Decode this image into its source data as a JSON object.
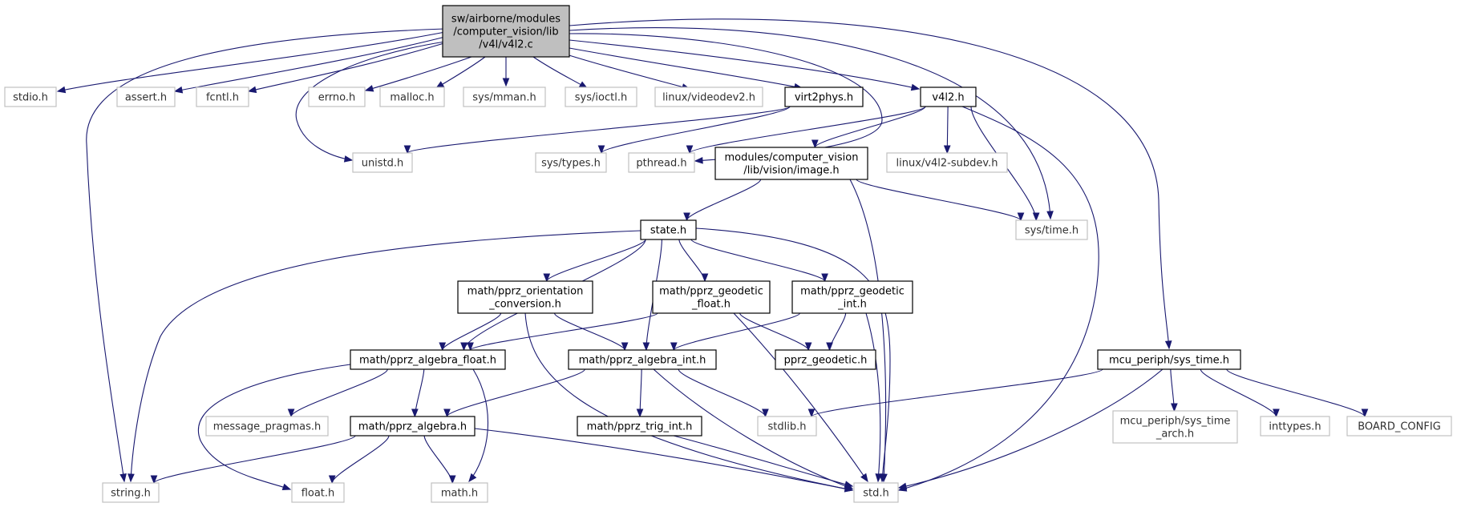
{
  "nodes": [
    {
      "id": "v4l2_c",
      "kind": "root",
      "lines": [
        "sw/airborne/modules",
        "/computer_vision/lib",
        "/v4l/v4l2.c"
      ]
    },
    {
      "id": "stdio_h",
      "kind": "sys",
      "lines": [
        "stdio.h"
      ]
    },
    {
      "id": "assert_h",
      "kind": "sys",
      "lines": [
        "assert.h"
      ]
    },
    {
      "id": "fcntl_h",
      "kind": "sys",
      "lines": [
        "fcntl.h"
      ]
    },
    {
      "id": "errno_h",
      "kind": "sys",
      "lines": [
        "errno.h"
      ]
    },
    {
      "id": "malloc_h",
      "kind": "sys",
      "lines": [
        "malloc.h"
      ]
    },
    {
      "id": "sys_mman_h",
      "kind": "sys",
      "lines": [
        "sys/mman.h"
      ]
    },
    {
      "id": "sys_ioctl_h",
      "kind": "sys",
      "lines": [
        "sys/ioctl.h"
      ]
    },
    {
      "id": "linux_videodev2_h",
      "kind": "sys",
      "lines": [
        "linux/videodev2.h"
      ]
    },
    {
      "id": "virt2phys_h",
      "kind": "doc",
      "lines": [
        "virt2phys.h"
      ]
    },
    {
      "id": "v4l2_h",
      "kind": "doc",
      "lines": [
        "v4l2.h"
      ]
    },
    {
      "id": "unistd_h",
      "kind": "sys",
      "lines": [
        "unistd.h"
      ]
    },
    {
      "id": "sys_types_h",
      "kind": "sys",
      "lines": [
        "sys/types.h"
      ]
    },
    {
      "id": "pthread_h",
      "kind": "sys",
      "lines": [
        "pthread.h"
      ]
    },
    {
      "id": "image_h",
      "kind": "doc",
      "lines": [
        "modules/computer_vision",
        "/lib/vision/image.h"
      ]
    },
    {
      "id": "v4l2_subdev_h",
      "kind": "sys",
      "lines": [
        "linux/v4l2-subdev.h"
      ]
    },
    {
      "id": "sys_time_h_sys",
      "kind": "sys",
      "lines": [
        "sys/time.h"
      ]
    },
    {
      "id": "state_h",
      "kind": "doc",
      "lines": [
        "state.h"
      ]
    },
    {
      "id": "orientation_h",
      "kind": "doc",
      "lines": [
        "math/pprz_orientation",
        "_conversion.h"
      ]
    },
    {
      "id": "geodetic_float_h",
      "kind": "doc",
      "lines": [
        "math/pprz_geodetic",
        "_float.h"
      ]
    },
    {
      "id": "geodetic_int_h",
      "kind": "doc",
      "lines": [
        "math/pprz_geodetic",
        "_int.h"
      ]
    },
    {
      "id": "algebra_float_h",
      "kind": "doc",
      "lines": [
        "math/pprz_algebra_float.h"
      ]
    },
    {
      "id": "algebra_int_h",
      "kind": "doc",
      "lines": [
        "math/pprz_algebra_int.h"
      ]
    },
    {
      "id": "pprz_geodetic_h",
      "kind": "doc",
      "lines": [
        "pprz_geodetic.h"
      ]
    },
    {
      "id": "mcu_sys_time_h",
      "kind": "doc",
      "lines": [
        "mcu_periph/sys_time.h"
      ]
    },
    {
      "id": "message_pragmas_h",
      "kind": "sys",
      "lines": [
        "message_pragmas.h"
      ]
    },
    {
      "id": "algebra_h",
      "kind": "doc",
      "lines": [
        "math/pprz_algebra.h"
      ]
    },
    {
      "id": "trig_int_h",
      "kind": "doc",
      "lines": [
        "math/pprz_trig_int.h"
      ]
    },
    {
      "id": "stdlib_h",
      "kind": "sys",
      "lines": [
        "stdlib.h"
      ]
    },
    {
      "id": "sys_time_arch_h",
      "kind": "sys",
      "lines": [
        "mcu_periph/sys_time",
        "_arch.h"
      ]
    },
    {
      "id": "inttypes_h",
      "kind": "sys",
      "lines": [
        "inttypes.h"
      ]
    },
    {
      "id": "board_config",
      "kind": "sys",
      "lines": [
        "BOARD_CONFIG"
      ]
    },
    {
      "id": "string_h",
      "kind": "sys",
      "lines": [
        "string.h"
      ]
    },
    {
      "id": "float_h",
      "kind": "sys",
      "lines": [
        "float.h"
      ]
    },
    {
      "id": "math_h",
      "kind": "sys",
      "lines": [
        "math.h"
      ]
    },
    {
      "id": "std_h",
      "kind": "sys",
      "lines": [
        "std.h"
      ]
    }
  ],
  "edges": [
    [
      "v4l2_c",
      "stdio_h"
    ],
    [
      "v4l2_c",
      "assert_h"
    ],
    [
      "v4l2_c",
      "fcntl_h"
    ],
    [
      "v4l2_c",
      "errno_h"
    ],
    [
      "v4l2_c",
      "malloc_h"
    ],
    [
      "v4l2_c",
      "sys_mman_h"
    ],
    [
      "v4l2_c",
      "sys_ioctl_h"
    ],
    [
      "v4l2_c",
      "linux_videodev2_h"
    ],
    [
      "v4l2_c",
      "virt2phys_h"
    ],
    [
      "v4l2_c",
      "v4l2_h"
    ],
    [
      "v4l2_c",
      "unistd_h"
    ],
    [
      "v4l2_c",
      "pthread_h"
    ],
    [
      "v4l2_c",
      "sys_time_h_sys"
    ],
    [
      "v4l2_c",
      "mcu_sys_time_h"
    ],
    [
      "v4l2_c",
      "string_h"
    ],
    [
      "virt2phys_h",
      "unistd_h"
    ],
    [
      "virt2phys_h",
      "sys_types_h"
    ],
    [
      "v4l2_h",
      "pthread_h"
    ],
    [
      "v4l2_h",
      "image_h"
    ],
    [
      "v4l2_h",
      "v4l2_subdev_h"
    ],
    [
      "v4l2_h",
      "sys_time_h_sys"
    ],
    [
      "v4l2_h",
      "std_h"
    ],
    [
      "image_h",
      "state_h"
    ],
    [
      "image_h",
      "sys_time_h_sys"
    ],
    [
      "image_h",
      "std_h"
    ],
    [
      "state_h",
      "orientation_h"
    ],
    [
      "state_h",
      "geodetic_float_h"
    ],
    [
      "state_h",
      "geodetic_int_h"
    ],
    [
      "state_h",
      "algebra_float_h"
    ],
    [
      "state_h",
      "algebra_int_h"
    ],
    [
      "state_h",
      "string_h"
    ],
    [
      "state_h",
      "std_h"
    ],
    [
      "orientation_h",
      "algebra_float_h"
    ],
    [
      "orientation_h",
      "algebra_int_h"
    ],
    [
      "orientation_h",
      "std_h"
    ],
    [
      "geodetic_float_h",
      "algebra_float_h"
    ],
    [
      "geodetic_float_h",
      "pprz_geodetic_h"
    ],
    [
      "geodetic_float_h",
      "std_h"
    ],
    [
      "geodetic_int_h",
      "algebra_int_h"
    ],
    [
      "geodetic_int_h",
      "pprz_geodetic_h"
    ],
    [
      "geodetic_int_h",
      "std_h"
    ],
    [
      "algebra_float_h",
      "message_pragmas_h"
    ],
    [
      "algebra_float_h",
      "algebra_h"
    ],
    [
      "algebra_float_h",
      "float_h"
    ],
    [
      "algebra_float_h",
      "math_h"
    ],
    [
      "algebra_int_h",
      "algebra_h"
    ],
    [
      "algebra_int_h",
      "trig_int_h"
    ],
    [
      "algebra_int_h",
      "stdlib_h"
    ],
    [
      "algebra_int_h",
      "std_h"
    ],
    [
      "algebra_h",
      "string_h"
    ],
    [
      "algebra_h",
      "float_h"
    ],
    [
      "algebra_h",
      "math_h"
    ],
    [
      "algebra_h",
      "std_h"
    ],
    [
      "trig_int_h",
      "std_h"
    ],
    [
      "mcu_sys_time_h",
      "stdlib_h"
    ],
    [
      "mcu_sys_time_h",
      "sys_time_arch_h"
    ],
    [
      "mcu_sys_time_h",
      "inttypes_h"
    ],
    [
      "mcu_sys_time_h",
      "board_config"
    ],
    [
      "mcu_sys_time_h",
      "std_h"
    ]
  ]
}
